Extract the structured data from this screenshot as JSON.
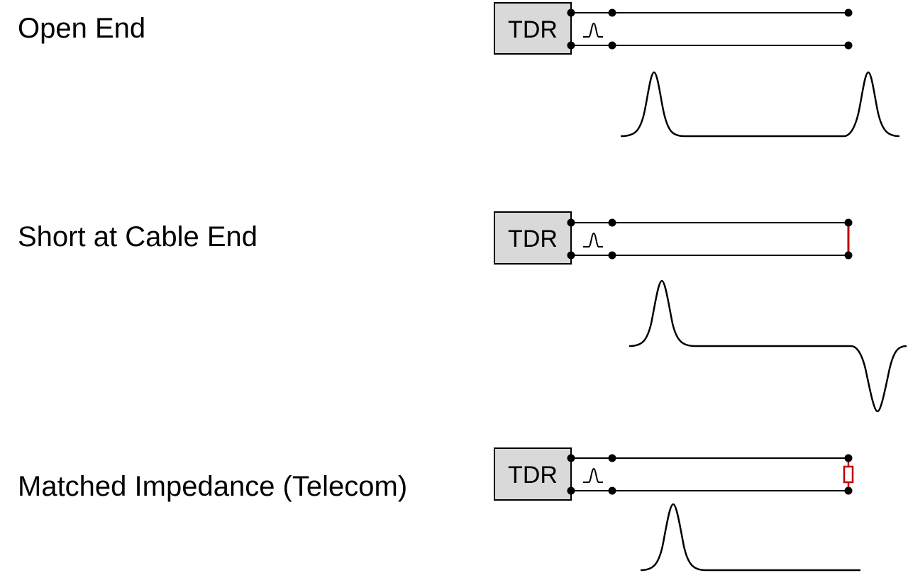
{
  "scenarios": [
    {
      "id": "open",
      "label": "Open End",
      "device_label": "TDR",
      "termination": "open"
    },
    {
      "id": "short",
      "label": "Short at Cable End",
      "device_label": "TDR",
      "termination": "short"
    },
    {
      "id": "matched",
      "label": "Matched Impedance (Telecom)",
      "device_label": "TDR",
      "termination": "matched-resistor"
    }
  ],
  "colors": {
    "line": "#000000",
    "device_fill": "#d9d9d9",
    "termination": "#c00000"
  }
}
